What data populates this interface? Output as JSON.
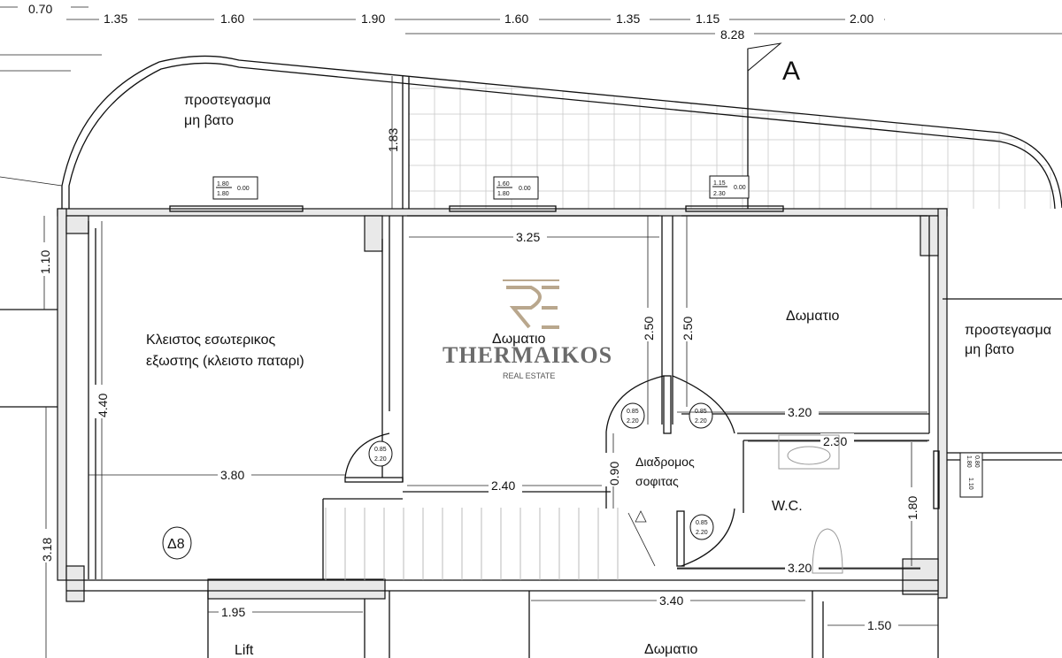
{
  "top_dimensions": [
    "0.70",
    "1.35",
    "1.60",
    "1.90",
    "1.60",
    "1.35",
    "1.15",
    "2.00"
  ],
  "total_dimension": "8.28",
  "section_marker": "A",
  "rooms": {
    "canopy_left": [
      "προστεγασμα",
      "μη βατο"
    ],
    "canopy_right": [
      "προστεγασμα",
      "μη βατο"
    ],
    "closed_balcony": [
      "Κλειστος εσωτερικος",
      "εξωστης (κλειστο παταρι)"
    ],
    "room_center": "Δωματιο",
    "room_right": "Δωματιο",
    "corridor": [
      "Διαδρομος",
      "σοφιτας"
    ],
    "wc": "W.C.",
    "lift": "Lift",
    "room_bottom": "Δωματιο",
    "unit_label": "Δ8"
  },
  "dimensions": {
    "d183": "1.83",
    "d110": "1.10",
    "d325": "3.25",
    "d250a": "2.50",
    "d250b": "2.50",
    "d440": "4.40",
    "d320a": "3.20",
    "d230": "2.30",
    "d320b": "3.20",
    "d380": "3.80",
    "d240": "2.40",
    "d090": "0.90",
    "d180": "1.80",
    "d318": "3.18",
    "d195": "1.95",
    "d340": "3.40",
    "d150": "1.50"
  },
  "windows": [
    {
      "w": "1.80",
      "h": "1.80",
      "sill": "0.00"
    },
    {
      "w": "1.60",
      "h": "1.80",
      "sill": "0.00"
    },
    {
      "w": "1.15",
      "h": "2.30",
      "sill": "0.00"
    },
    {
      "w": "0.80",
      "h": "1.80",
      "sill": "1.10"
    }
  ],
  "doors": [
    {
      "w": "0.85",
      "h": "2.20"
    },
    {
      "w": "0.85",
      "h": "2.20"
    },
    {
      "w": "0.85",
      "h": "2.20"
    },
    {
      "w": "0.85",
      "h": "2.20"
    }
  ],
  "watermark": {
    "brand": "THERMAIKOS",
    "sub": "REAL ESTATE",
    "accent": "#b9a78d"
  }
}
